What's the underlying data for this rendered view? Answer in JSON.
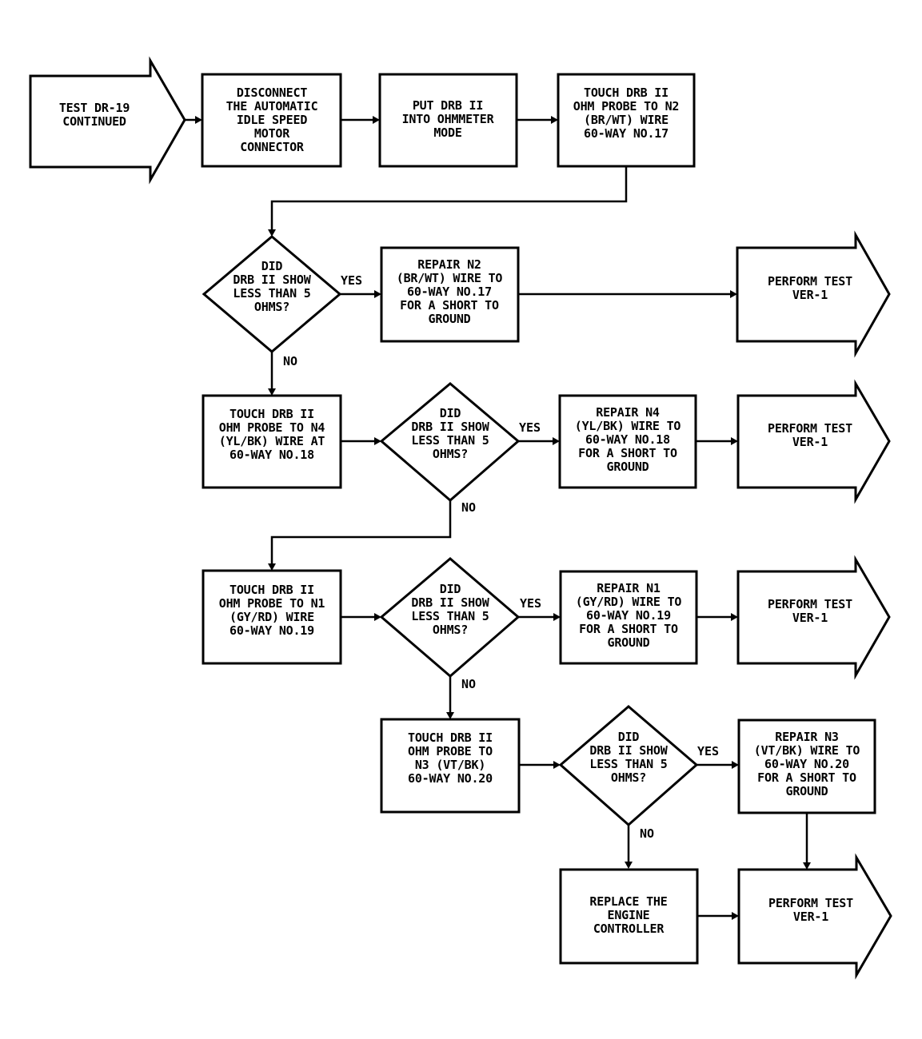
{
  "nodes": {
    "start": {
      "lines": [
        "TEST DR-19",
        "CONTINUED"
      ]
    },
    "disconnect_iac": {
      "lines": [
        "DISCONNECT",
        "THE AUTOMATIC",
        "IDLE SPEED",
        "MOTOR",
        "CONNECTOR"
      ]
    },
    "ohmmeter_mode": {
      "lines": [
        "PUT DRB II",
        "INTO OHMMETER",
        "MODE"
      ]
    },
    "touch_n2": {
      "lines": [
        "TOUCH DRB II",
        "OHM PROBE TO N2",
        "(BR/WT) WIRE",
        "60-WAY NO.17"
      ]
    },
    "decision_1": {
      "lines": [
        "DID",
        "DRB II SHOW",
        "LESS THAN 5",
        "OHMS?"
      ]
    },
    "repair_n2": {
      "lines": [
        "REPAIR N2",
        "(BR/WT) WIRE TO",
        "60-WAY NO.17",
        "FOR A SHORT TO",
        "GROUND"
      ]
    },
    "ver_1a": {
      "lines": [
        "PERFORM TEST",
        "VER-1"
      ]
    },
    "touch_n4": {
      "lines": [
        "TOUCH DRB II",
        "OHM PROBE TO N4",
        "(YL/BK) WIRE AT",
        "60-WAY NO.18"
      ]
    },
    "decision_2": {
      "lines": [
        "DID",
        "DRB II SHOW",
        "LESS THAN 5",
        "OHMS?"
      ]
    },
    "repair_n4": {
      "lines": [
        "REPAIR N4",
        "(YL/BK) WIRE TO",
        "60-WAY NO.18",
        "FOR A SHORT TO",
        "GROUND"
      ]
    },
    "ver_1b": {
      "lines": [
        "PERFORM TEST",
        "VER-1"
      ]
    },
    "touch_n1": {
      "lines": [
        "TOUCH DRB II",
        "OHM PROBE TO N1",
        "(GY/RD) WIRE",
        "60-WAY NO.19"
      ]
    },
    "decision_3": {
      "lines": [
        "DID",
        "DRB II SHOW",
        "LESS THAN 5",
        "OHMS?"
      ]
    },
    "repair_n1": {
      "lines": [
        "REPAIR N1",
        "(GY/RD) WIRE TO",
        "60-WAY NO.19",
        "FOR A SHORT TO",
        "GROUND"
      ]
    },
    "ver_1c": {
      "lines": [
        "PERFORM TEST",
        "VER-1"
      ]
    },
    "touch_n3": {
      "lines": [
        "TOUCH DRB II",
        "OHM PROBE TO",
        "N3 (VT/BK)",
        "60-WAY NO.20"
      ]
    },
    "decision_4": {
      "lines": [
        "DID",
        "DRB II SHOW",
        "LESS THAN 5",
        "OHMS?"
      ]
    },
    "repair_n3": {
      "lines": [
        "REPAIR N3",
        "(VT/BK) WIRE TO",
        "60-WAY NO.20",
        "FOR A SHORT TO",
        "GROUND"
      ]
    },
    "replace_controller": {
      "lines": [
        "REPLACE THE",
        "ENGINE",
        "CONTROLLER"
      ]
    },
    "ver_1d": {
      "lines": [
        "PERFORM TEST",
        "VER-1"
      ]
    }
  },
  "edge_labels": {
    "yes": "YES",
    "no": "NO"
  },
  "colors": {
    "stroke": "#000000",
    "background": "#ffffff"
  }
}
